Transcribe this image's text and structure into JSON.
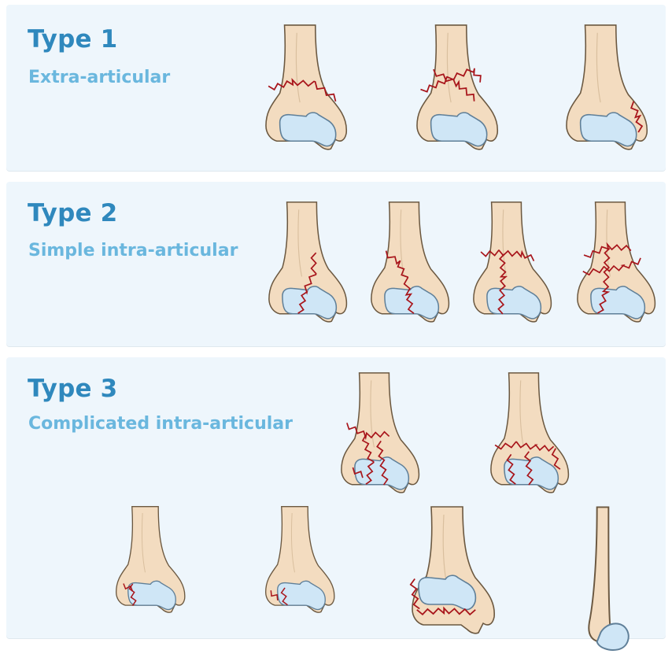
{
  "types": [
    {
      "title": "Type 1",
      "subtitle": "Extra-articular"
    },
    {
      "title": "Type 2",
      "subtitle": "Simple intra-articular"
    },
    {
      "title": "Type 3",
      "subtitle": "Complicated intra-articular"
    }
  ],
  "colors": {
    "panel_bg": "#eef6fc",
    "title": "#2f88bd",
    "subtitle": "#6ab7de",
    "bone_fill": "#f3dcc0",
    "bone_outline": "#6b5840",
    "cartilage_fill": "#cfe6f6",
    "cartilage_outline": "#5f7f98",
    "fracture_line": "#a8151b"
  }
}
